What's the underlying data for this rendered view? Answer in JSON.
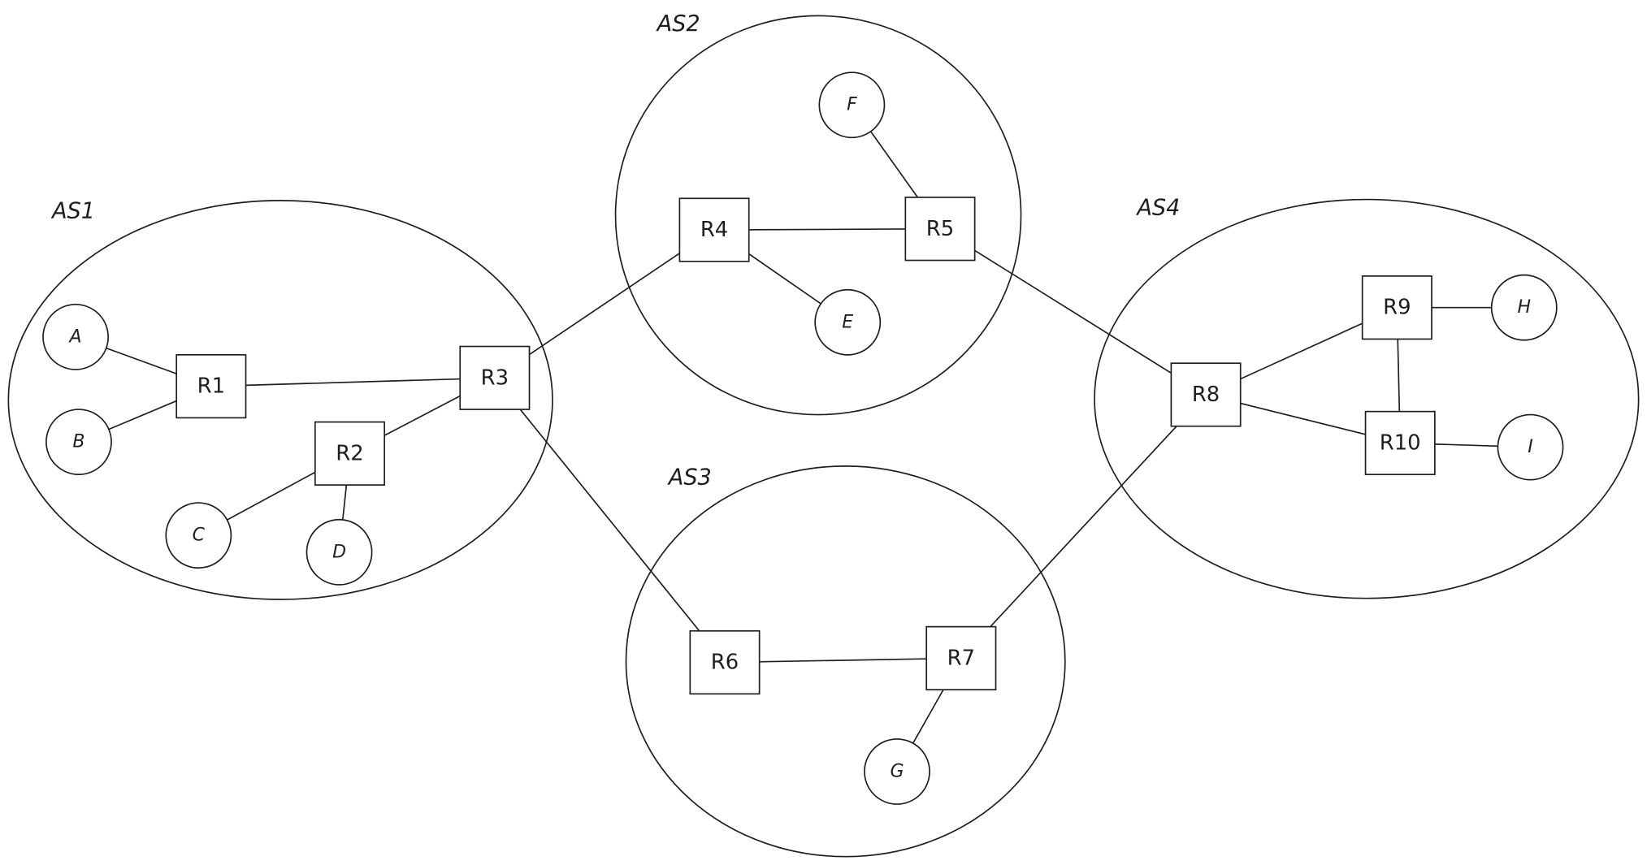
{
  "colors": {
    "stroke": "#1e1e1e",
    "background": "#ffffff"
  },
  "autonomous_systems": [
    {
      "id": "AS1",
      "label": "AS1"
    },
    {
      "id": "AS2",
      "label": "AS2"
    },
    {
      "id": "AS3",
      "label": "AS3"
    },
    {
      "id": "AS4",
      "label": "AS4"
    }
  ],
  "routers": [
    {
      "id": "R1",
      "label": "R1",
      "as": "AS1"
    },
    {
      "id": "R2",
      "label": "R2",
      "as": "AS1"
    },
    {
      "id": "R3",
      "label": "R3",
      "as": "AS1"
    },
    {
      "id": "R4",
      "label": "R4",
      "as": "AS2"
    },
    {
      "id": "R5",
      "label": "R5",
      "as": "AS2"
    },
    {
      "id": "R6",
      "label": "R6",
      "as": "AS3"
    },
    {
      "id": "R7",
      "label": "R7",
      "as": "AS3"
    },
    {
      "id": "R8",
      "label": "R8",
      "as": "AS4"
    },
    {
      "id": "R9",
      "label": "R9",
      "as": "AS4"
    },
    {
      "id": "R10",
      "label": "R10",
      "as": "AS4"
    }
  ],
  "hosts": [
    {
      "id": "A",
      "label": "A",
      "as": "AS1"
    },
    {
      "id": "B",
      "label": "B",
      "as": "AS1"
    },
    {
      "id": "C",
      "label": "C",
      "as": "AS1"
    },
    {
      "id": "D",
      "label": "D",
      "as": "AS1"
    },
    {
      "id": "E",
      "label": "E",
      "as": "AS2"
    },
    {
      "id": "F",
      "label": "F",
      "as": "AS2"
    },
    {
      "id": "G",
      "label": "G",
      "as": "AS3"
    },
    {
      "id": "H",
      "label": "H",
      "as": "AS4"
    },
    {
      "id": "I",
      "label": "I",
      "as": "AS4"
    }
  ],
  "links": [
    [
      "A",
      "R1"
    ],
    [
      "B",
      "R1"
    ],
    [
      "R1",
      "R3"
    ],
    [
      "R2",
      "R3"
    ],
    [
      "C",
      "R2"
    ],
    [
      "D",
      "R2"
    ],
    [
      "R3",
      "R4"
    ],
    [
      "R3",
      "R6"
    ],
    [
      "R4",
      "R5"
    ],
    [
      "R4",
      "E"
    ],
    [
      "F",
      "R5"
    ],
    [
      "R5",
      "R8"
    ],
    [
      "R6",
      "R7"
    ],
    [
      "R7",
      "G"
    ],
    [
      "R7",
      "R8"
    ],
    [
      "R8",
      "R9"
    ],
    [
      "R8",
      "R10"
    ],
    [
      "R9",
      "R10"
    ],
    [
      "R9",
      "H"
    ],
    [
      "R10",
      "I"
    ]
  ]
}
